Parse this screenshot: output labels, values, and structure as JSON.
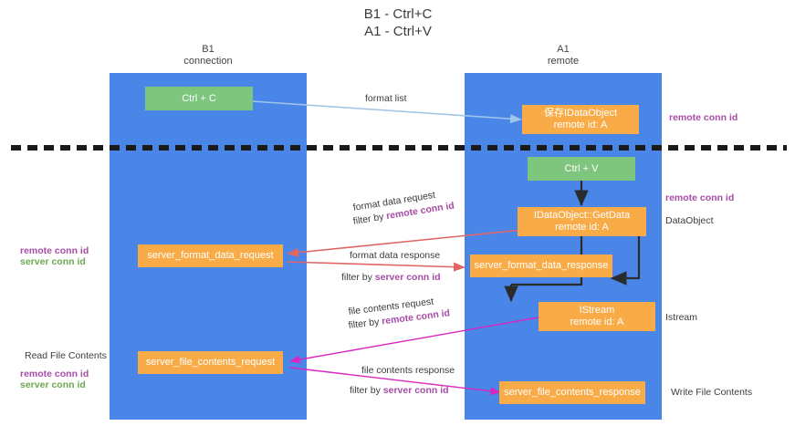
{
  "title": {
    "line1": "B1 - Ctrl+C",
    "line2": "A1 - Ctrl+V"
  },
  "lanes": [
    {
      "id": "b1",
      "title_line1": "B1",
      "title_line2": "connection",
      "color": "#4a86e8"
    },
    {
      "id": "a1",
      "title_line1": "A1",
      "title_line2": "remote",
      "color": "#4a86e8"
    }
  ],
  "nodes": {
    "ctrl_c": {
      "label": "Ctrl + C",
      "color": "#7ec57e"
    },
    "ctrl_v": {
      "label": "Ctrl + V",
      "color": "#7ec57e"
    },
    "idataobject": {
      "line1": "保存IDataObject",
      "line2": "remote id: A",
      "color": "#f9ab48"
    },
    "getdata": {
      "line1": "IDataObject::GetData",
      "line2": "remote id: A",
      "color": "#f9ab48"
    },
    "istream": {
      "line1": "IStream",
      "line2": "remote id: A",
      "color": "#f9ab48"
    },
    "server_format_data_request": {
      "label": "server_format_data_request",
      "color": "#f9ab48"
    },
    "server_format_data_response": {
      "label": "server_format_data_response",
      "color": "#f9ab48"
    },
    "server_file_contents_request": {
      "label": "server_file_contents_request",
      "color": "#f9ab48"
    },
    "server_file_contents_response": {
      "label": "server_file_contents_response",
      "color": "#f9ab48"
    }
  },
  "edge_labels": {
    "format_list": "format list",
    "format_data_request": "format data request",
    "format_data_request_filter_prefix": "filter by ",
    "format_data_request_filter_key": "remote conn id",
    "format_data_response": "format data response",
    "format_data_response_filter_prefix": "filter by ",
    "format_data_response_filter_key": "server conn id",
    "file_contents_request": "file contents request",
    "file_contents_request_filter_prefix": "filter by ",
    "file_contents_request_filter_key": "remote conn id",
    "file_contents_response": "file contents response",
    "file_contents_response_filter_prefix": "filter by ",
    "file_contents_response_filter_key": "server conn id"
  },
  "annotations": {
    "right_remote_conn_id_top": "remote conn id",
    "right_remote_conn_id_mid": "remote conn id",
    "right_dataobject": "DataObject",
    "right_istream": "Istream",
    "right_write_file_contents": "Write File Contents",
    "left_remote_conn_id": "remote conn id",
    "left_server_conn_id": "server conn id",
    "left_read_file_contents": "Read File Contents",
    "left_remote_conn_id_2": "remote conn id",
    "left_server_conn_id_2": "server conn id"
  },
  "colors": {
    "lane": "#4a86e8",
    "green_node": "#7ec57e",
    "orange_node": "#f9ab48",
    "purple": "#a64ca6",
    "green_text": "#6aa84f",
    "arrow_blue": "#9fc5e8",
    "arrow_red": "#e06666",
    "arrow_magenta": "#d926c0",
    "arrow_black": "#2b2b2b",
    "divider": "#1a1a1a",
    "text": "#3c3c3c"
  }
}
